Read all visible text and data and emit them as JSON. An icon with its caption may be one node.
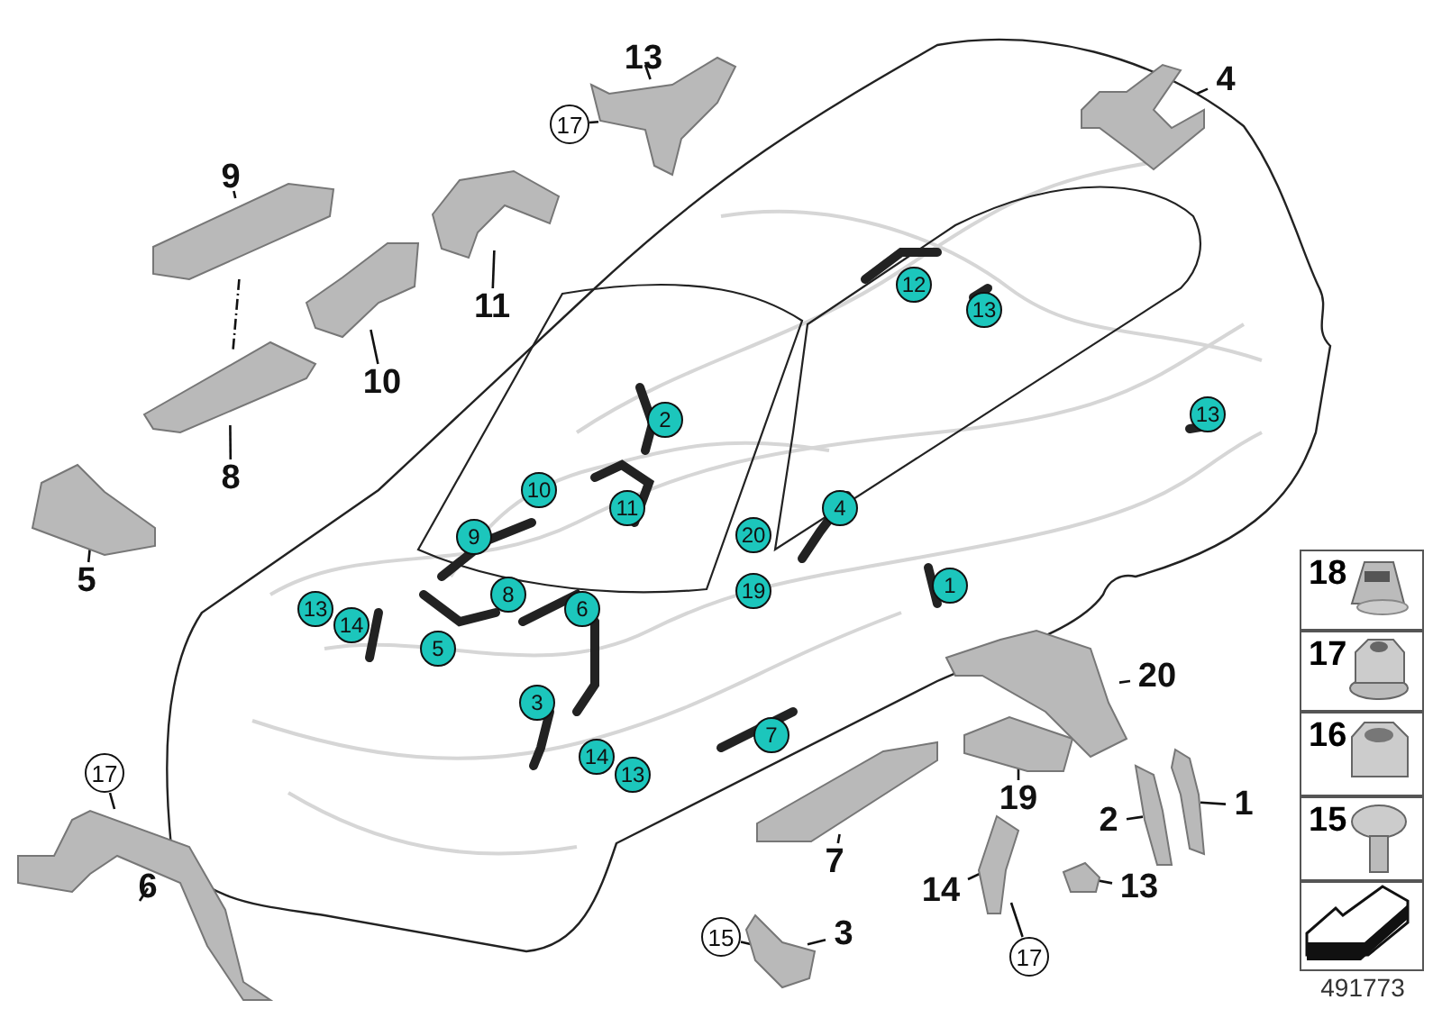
{
  "diagram": {
    "nodes": [
      {
        "text": [
          "9"
        ]
      },
      {
        "text": [],
        "shape": "picture"
      },
      {
        "text": [
          "8"
        ]
      },
      {
        "text": [],
        "shape": "picture"
      },
      {
        "text": [
          "5"
        ]
      },
      {
        "text": [],
        "shape": "picture"
      },
      {
        "text": [
          "10"
        ]
      },
      {
        "text": [],
        "shape": "picture"
      },
      {
        "text": [
          "11"
        ]
      },
      {
        "text": [],
        "shape": "picture"
      },
      {
        "text": [
          "13"
        ]
      },
      {
        "text": [
          "17"
        ]
      },
      {
        "text": [],
        "shape": "picture"
      },
      {
        "text": [
          "4"
        ]
      },
      {
        "text": [],
        "shape": "picture"
      },
      {
        "text": [
          "17"
        ]
      },
      {
        "text": [
          "6"
        ]
      },
      {
        "text": [],
        "shape": "picture"
      },
      {
        "text": [
          "7"
        ]
      },
      {
        "text": [],
        "shape": "picture"
      },
      {
        "text": [
          "19"
        ]
      },
      {
        "text": [],
        "shape": "picture"
      },
      {
        "text": [
          "20"
        ]
      },
      {
        "text": [],
        "shape": "picture"
      },
      {
        "text": [
          "2"
        ]
      },
      {
        "text": [],
        "shape": "picture"
      },
      {
        "text": [
          "1"
        ]
      },
      {
        "text": [],
        "shape": "picture"
      },
      {
        "text": [
          "14"
        ]
      },
      {
        "text": [
          "17"
        ]
      },
      {
        "text": [],
        "shape": "picture"
      },
      {
        "text": [
          "13"
        ]
      },
      {
        "text": [],
        "shape": "picture"
      },
      {
        "text": [
          "15"
        ]
      },
      {
        "text": [
          "3"
        ]
      },
      {
        "text": [],
        "shape": "picture"
      },
      {
        "text": [
          "2"
        ]
      },
      {
        "text": [
          "10"
        ]
      },
      {
        "text": [
          "11"
        ]
      },
      {
        "text": [
          "9"
        ]
      },
      {
        "text": [
          "8"
        ]
      },
      {
        "text": [
          "6"
        ]
      },
      {
        "text": [
          "13"
        ]
      },
      {
        "text": [
          "14"
        ]
      },
      {
        "text": [
          "5"
        ]
      },
      {
        "text": [
          "3"
        ]
      },
      {
        "text": [
          "14"
        ]
      },
      {
        "text": [
          "13"
        ]
      },
      {
        "text": [
          "12"
        ]
      },
      {
        "text": [
          "13"
        ]
      },
      {
        "text": [
          "13"
        ]
      },
      {
        "text": [
          "4"
        ]
      },
      {
        "text": [
          "20"
        ]
      },
      {
        "text": [
          "19"
        ]
      },
      {
        "text": [
          "1"
        ]
      },
      {
        "text": [
          "7"
        ]
      },
      {
        "text": [
          "18"
        ]
      },
      {
        "text": [
          "17"
        ]
      },
      {
        "text": [
          "16"
        ]
      },
      {
        "text": [
          "15"
        ]
      },
      {
        "text": [],
        "shape": "box"
      }
    ],
    "edges": [
      {
        "from": 0,
        "to": 1,
        "arrow": "none"
      },
      {
        "from": 1,
        "to": 3,
        "arrow": "none",
        "style": "dashed"
      },
      {
        "from": 2,
        "to": 3,
        "arrow": "none"
      },
      {
        "from": 4,
        "to": 5,
        "arrow": "none"
      },
      {
        "from": 6,
        "to": 7,
        "arrow": "none"
      },
      {
        "from": 8,
        "to": 9,
        "arrow": "none"
      },
      {
        "from": 10,
        "to": 12,
        "arrow": "none"
      },
      {
        "from": 11,
        "to": 12,
        "arrow": "none"
      },
      {
        "from": 13,
        "to": 14,
        "arrow": "none"
      },
      {
        "from": 15,
        "to": 17,
        "arrow": "none"
      },
      {
        "from": 16,
        "to": 17,
        "arrow": "none"
      },
      {
        "from": 18,
        "to": 19,
        "arrow": "none"
      },
      {
        "from": 20,
        "to": 21,
        "arrow": "none"
      },
      {
        "from": 22,
        "to": 23,
        "arrow": "none"
      },
      {
        "from": 24,
        "to": 25,
        "arrow": "none"
      },
      {
        "from": 26,
        "to": 27,
        "arrow": "none"
      },
      {
        "from": 28,
        "to": 30,
        "arrow": "none"
      },
      {
        "from": 29,
        "to": 30,
        "arrow": "none"
      },
      {
        "from": 31,
        "to": 32,
        "arrow": "none"
      },
      {
        "from": 33,
        "to": 35,
        "arrow": "none"
      },
      {
        "from": 34,
        "to": 35,
        "arrow": "none"
      }
    ],
    "labels": [
      "491773"
    ]
  }
}
